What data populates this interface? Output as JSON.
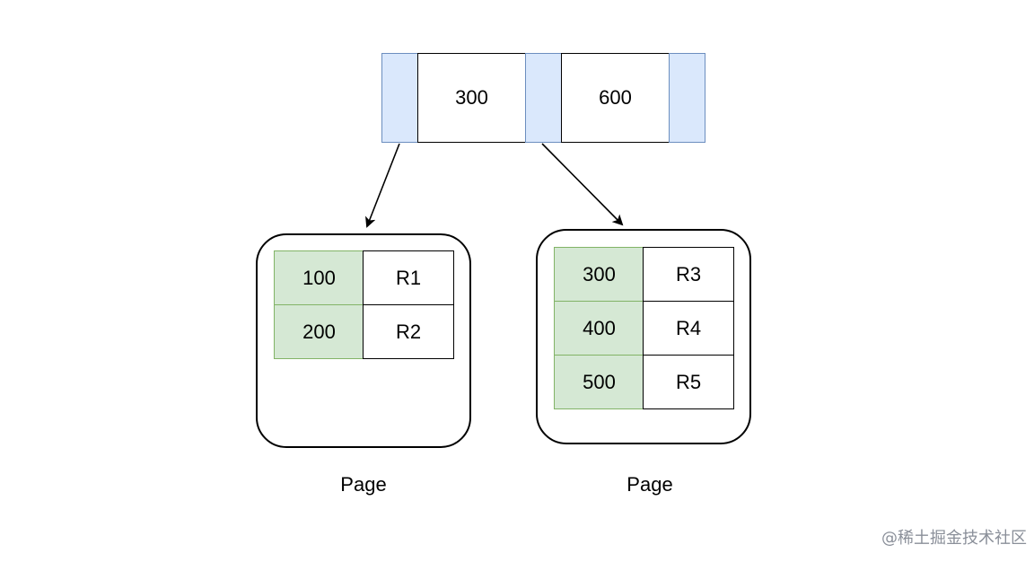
{
  "root_node": {
    "keys": [
      "300",
      "600"
    ]
  },
  "pages": [
    {
      "label": "Page",
      "records": [
        {
          "key": "100",
          "value": "R1"
        },
        {
          "key": "200",
          "value": "R2"
        }
      ]
    },
    {
      "label": "Page",
      "records": [
        {
          "key": "300",
          "value": "R3"
        },
        {
          "key": "400",
          "value": "R4"
        },
        {
          "key": "500",
          "value": "R5"
        }
      ]
    }
  ],
  "watermark": "@稀土掘金技术社区",
  "colors": {
    "pointer_fill": "#dae8fc",
    "pointer_stroke": "#6c8ebf",
    "record_key_fill": "#d5e8d4",
    "record_key_stroke": "#82b366"
  }
}
